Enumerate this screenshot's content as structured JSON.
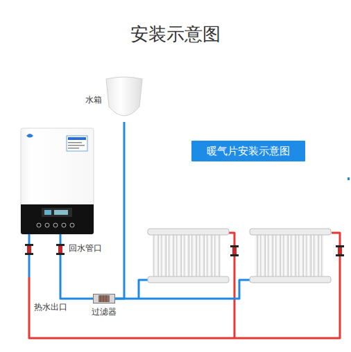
{
  "diagram": {
    "title": "安装示意图",
    "nodes": [
      {
        "text": [
          "水箱"
        ]
      },
      {
        "text": [
          "暖气片安装示意图"
        ]
      },
      {
        "text": [
          "过滤器"
        ]
      }
    ],
    "edges": [
      {
        "from": 0,
        "to": 2,
        "arrow": "none"
      }
    ],
    "labels": [
      "回水管口",
      "热水出口"
    ]
  }
}
